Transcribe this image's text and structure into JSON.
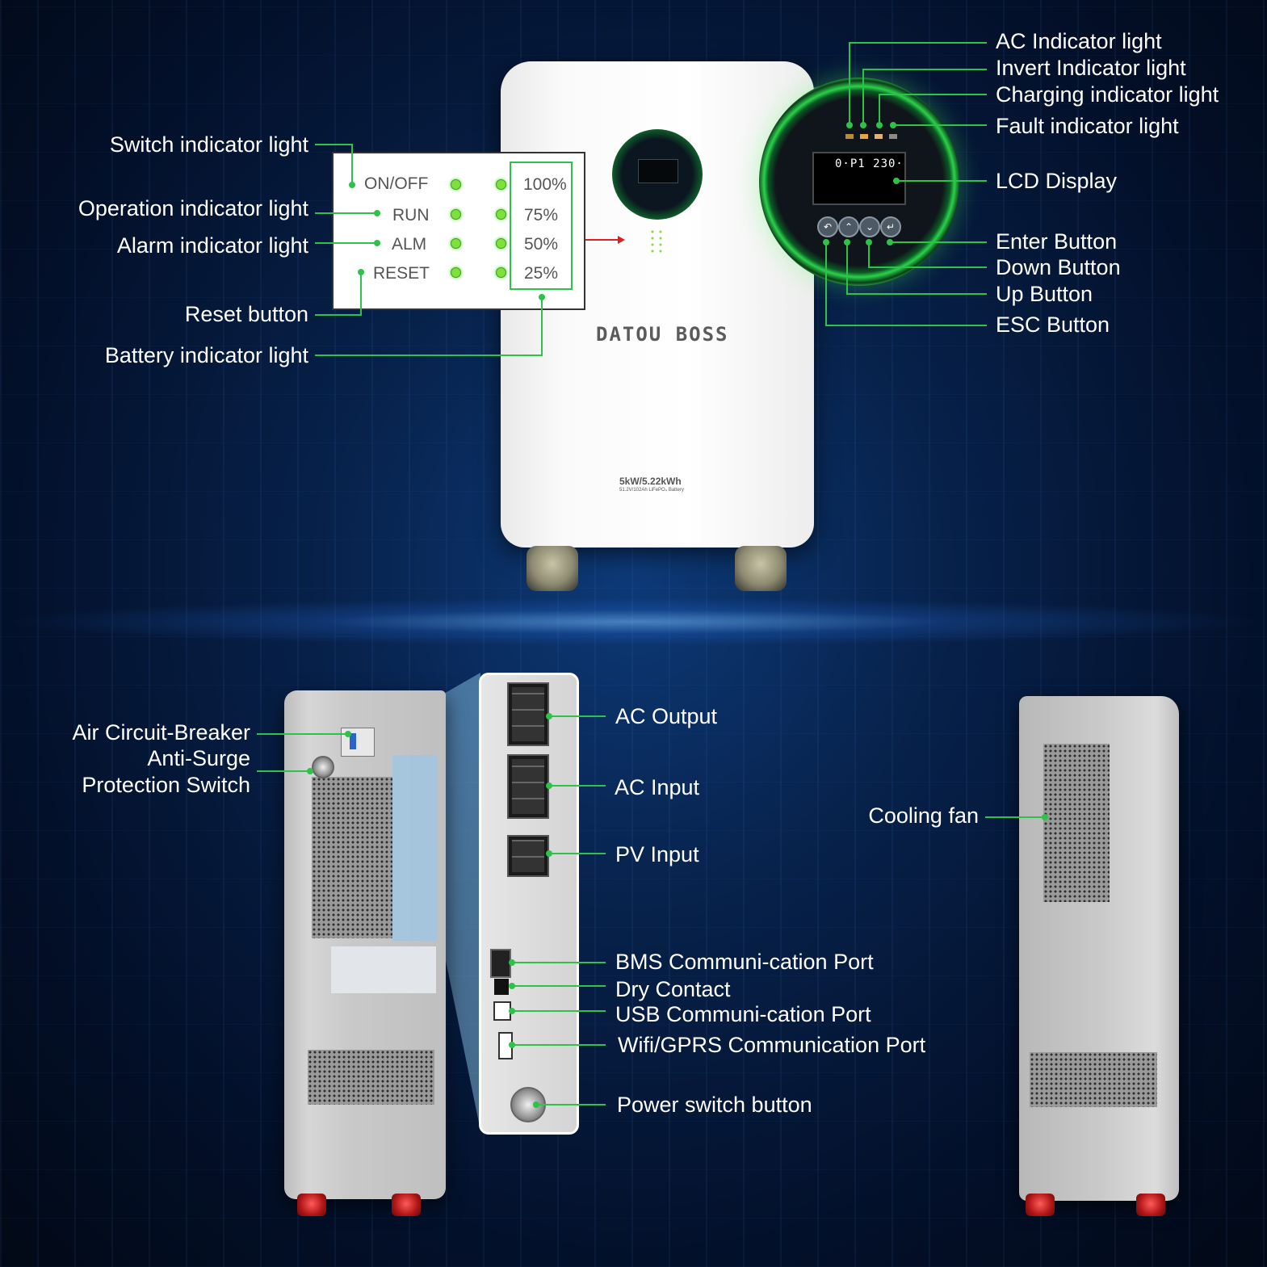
{
  "top_unit": {
    "brand": "DATOU BOSS",
    "rating": "5kW/5.22kWh",
    "rating_sub": "51.2V/102Ah LiFePO₄ Battery",
    "panel": {
      "rows": [
        "ON/OFF",
        "RUN",
        "ALM",
        "RESET"
      ],
      "percentages": [
        "100%",
        "75%",
        "50%",
        "25%"
      ]
    },
    "lcd_text": "0·P1 230·",
    "left_labels": {
      "switch": "Switch indicator light",
      "operation": "Operation indicator light",
      "alarm": "Alarm indicator light",
      "reset": "Reset button",
      "battery": "Battery indicator light"
    },
    "right_labels": {
      "ac": "AC Indicator light",
      "invert": "Invert Indicator light",
      "charging": "Charging indicator light",
      "fault": "Fault indicator light",
      "lcd": "LCD Display",
      "enter": "Enter Button",
      "down": "Down Button",
      "up": "Up Button",
      "esc": "ESC Button"
    }
  },
  "bottom_unit": {
    "left_labels": {
      "breaker": "Air Circuit-Breaker",
      "surge_1": "Anti-Surge",
      "surge_2": "Protection Switch"
    },
    "port_labels": {
      "ac_output": "AC Output",
      "ac_input": "AC Input",
      "pv_input": "PV Input",
      "bms": "BMS Communi-cation Port",
      "dry": "Dry Contact",
      "usb": "USB Communi-cation Port",
      "wifi": "Wifi/GPRS Communication Port",
      "power": "Power switch button"
    },
    "cooling_fan": "Cooling fan"
  },
  "colors": {
    "callout_line": "#2fc24a",
    "led_green": "#7ee03a",
    "background": "#07214a"
  }
}
